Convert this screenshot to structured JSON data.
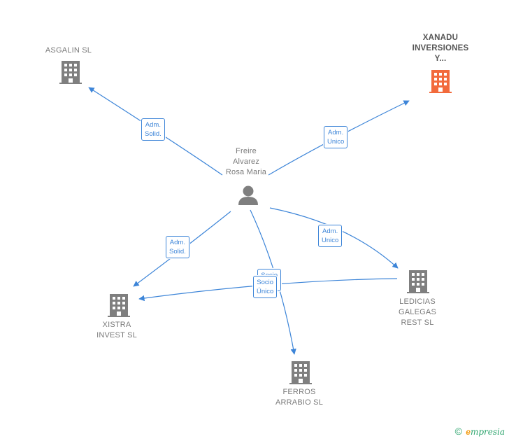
{
  "colors": {
    "edge": "#3d85d8",
    "building": "#7f7f7f",
    "highlight": "#f26a3c",
    "person": "#7f7f7f"
  },
  "nodes": {
    "asgalin": {
      "label": "ASGALIN  SL",
      "icon": "building-icon"
    },
    "xanadu": {
      "label": "XANADU\nINVERSIONES\nY...",
      "icon": "building-icon",
      "highlight": true
    },
    "person": {
      "label": "Freire\nAlvarez\nRosa Maria",
      "icon": "person-icon"
    },
    "xistra": {
      "label": "XISTRA\nINVEST  SL",
      "icon": "building-icon"
    },
    "ledicias": {
      "label": "LEDICIAS\nGALEGAS\nREST  SL",
      "icon": "building-icon"
    },
    "ferros": {
      "label": "FERROS\nARRABIO SL",
      "icon": "building-icon"
    }
  },
  "edges": {
    "to_asgalin": "Adm.\nSolid.",
    "to_xanadu": "Adm.\nUnico",
    "to_xistra": "Adm.\nSolid.",
    "to_ledicias": "Adm.\nUnico",
    "to_ferros_back": "Socio\nÚnico",
    "to_ferros": "Socio\nÚnico"
  },
  "brand": {
    "copyright": "©",
    "initial": "e",
    "name": "mpresia"
  }
}
